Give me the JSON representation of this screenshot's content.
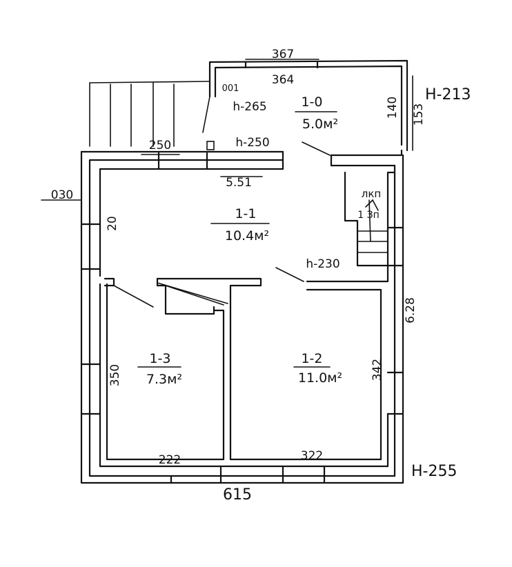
{
  "plan": {
    "rooms": [
      {
        "id": "1-0",
        "area": "5.0м²",
        "height": "h-265"
      },
      {
        "id": "1-1",
        "area": "10.4м²",
        "height": "h-230"
      },
      {
        "id": "1-2",
        "area": "11.0м²"
      },
      {
        "id": "1-3",
        "area": "7.3м²"
      }
    ],
    "levels": {
      "upper": "H-213",
      "lower": "H-255",
      "h_250": "h-250"
    },
    "stair_label": "лкп",
    "stair_mark": "1 Зп",
    "misc_mark": "001",
    "dimensions": {
      "top_outer": "367",
      "top_inner": "364",
      "vestibule_depth": "140",
      "vestibule_side": "153",
      "porch": "250",
      "main_width_inner": "5.51",
      "left_wall": "030",
      "left_window": "20",
      "right_height": "6.28",
      "right_room": "342",
      "left_room": "350",
      "bottom_left": "222",
      "bottom_right": "322",
      "bottom_total": "615"
    }
  }
}
